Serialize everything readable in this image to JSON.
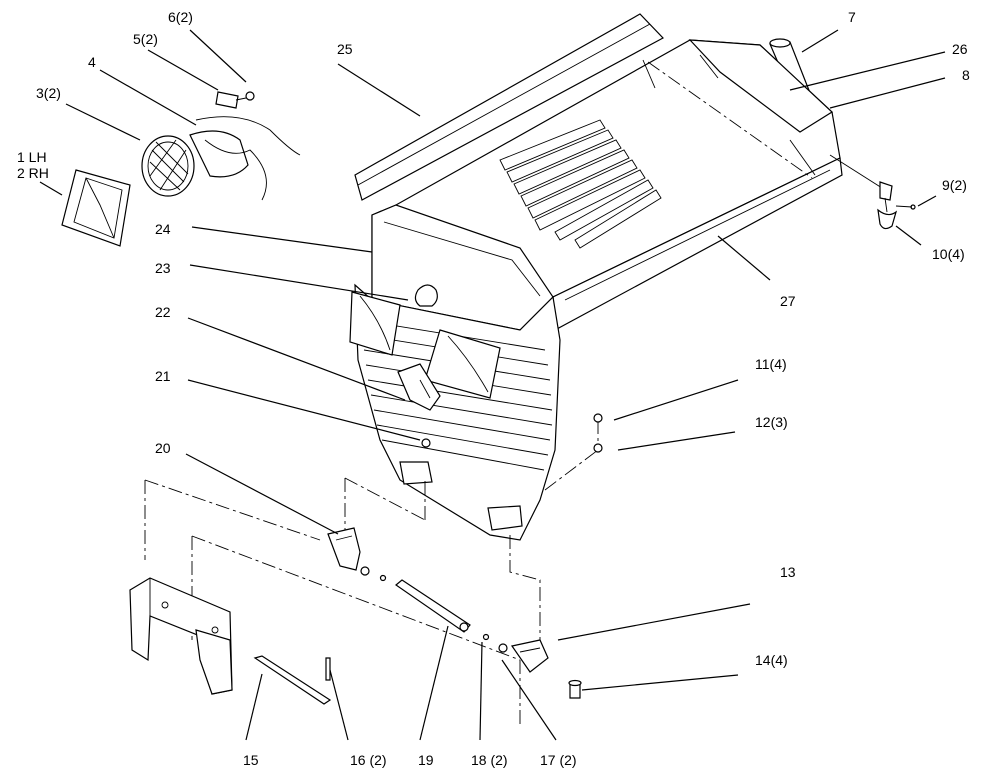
{
  "labels": {
    "p1": "1 LH",
    "p2": "2 RH",
    "p3": "3(2)",
    "p4": "4",
    "p5": "5(2)",
    "p6": "6(2)",
    "p7": "7",
    "p8": "8",
    "p9": "9(2)",
    "p10": "10(4)",
    "p11": "11(4)",
    "p12": "12(3)",
    "p13": "13",
    "p14": "14(4)",
    "p15": "15",
    "p16": "16 (2)",
    "p17": "17 (2)",
    "p18": "18 (2)",
    "p19": "19",
    "p20": "20",
    "p21": "21",
    "p22": "22",
    "p23": "23",
    "p24": "24",
    "p25": "25",
    "p26": "26",
    "p27": "27"
  }
}
